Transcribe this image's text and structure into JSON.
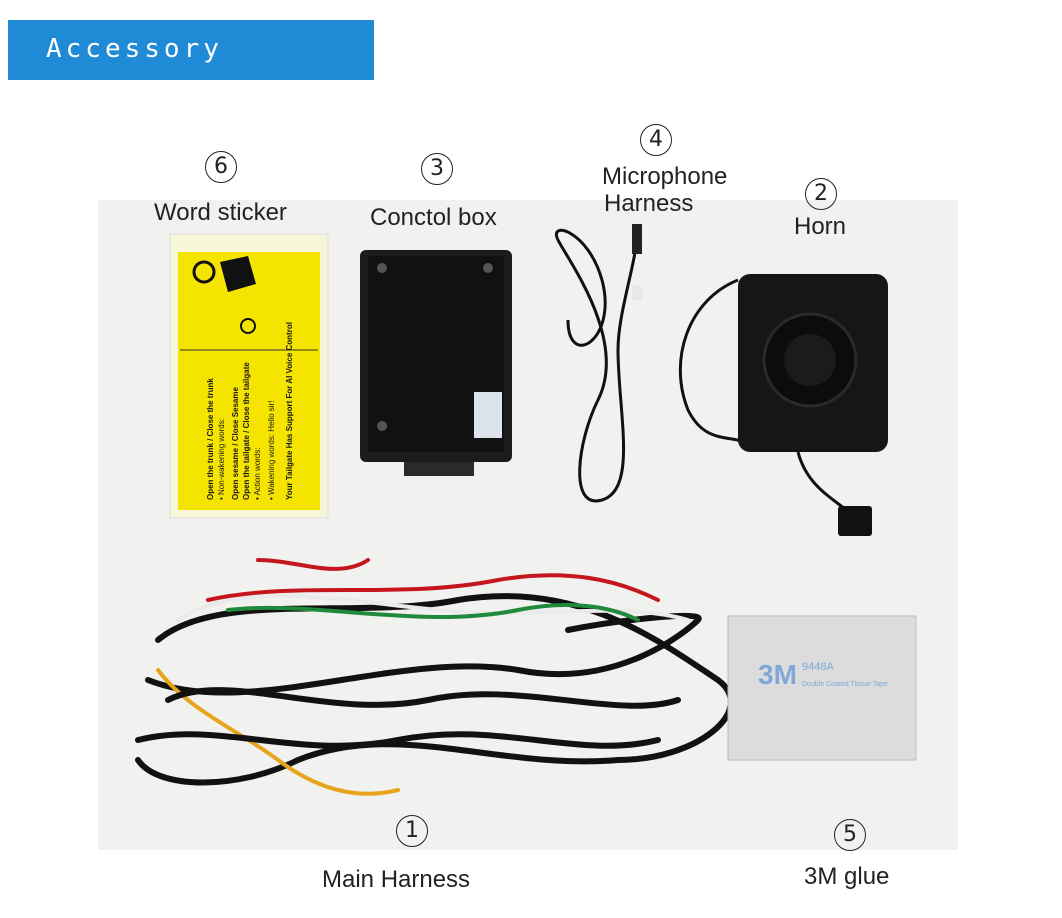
{
  "banner": {
    "title": "Accessory drawing"
  },
  "items": [
    {
      "number": "6",
      "label": "Word sticker"
    },
    {
      "number": "3",
      "label": "Conctol box"
    },
    {
      "number": "4",
      "label_line1": "Microphone",
      "label_line2": "Harness"
    },
    {
      "number": "2",
      "label": "Horn"
    },
    {
      "number": "1",
      "label": "Main Harness"
    },
    {
      "number": "5",
      "label": "3M glue"
    }
  ],
  "sticker": {
    "heading": "Your Tailgate Has Support For AI Voice Control",
    "line1": "• Wakening words: Hello sir!",
    "line2": "• Action words:",
    "line3": "Open the tailgate / Close the tailgate",
    "line4": "Open sesame / Close Sesame",
    "line5": "• Non-wakening words:",
    "line6": "Open the trunk / Close the trunk"
  },
  "tape": {
    "brand": "3M",
    "model": "9448A",
    "desc": "Double Coated Tissue Tape"
  },
  "colors": {
    "banner_bg": "#1f8ad6",
    "sticker_yellow": "#f5e400"
  }
}
